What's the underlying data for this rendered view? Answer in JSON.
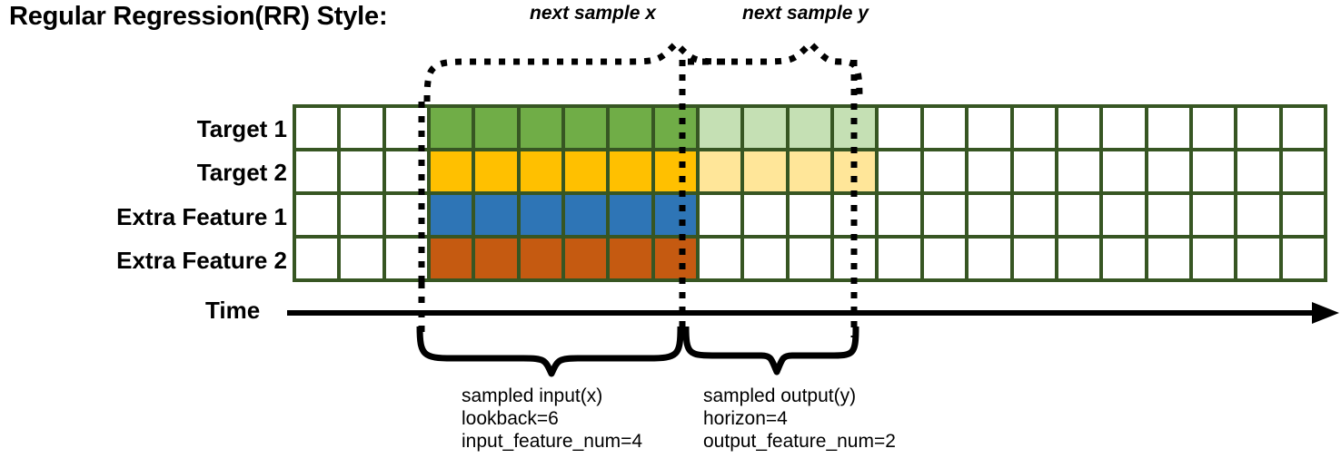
{
  "title": "Regular Regression(RR) Style:",
  "top_captions": {
    "x": "next sample x",
    "y": "next sample y"
  },
  "rows": [
    {
      "label": "Target 1",
      "key": "target-1"
    },
    {
      "label": "Target 2",
      "key": "target-2"
    },
    {
      "label": "Extra Feature 1",
      "key": "extra-feature-1"
    },
    {
      "label": "Extra Feature 2",
      "key": "extra-feature-2"
    }
  ],
  "time_axis": {
    "label": "Time"
  },
  "grid": {
    "columns": 23,
    "row_count": 4,
    "border_color": "#375623",
    "segments": {
      "pre_blank": 3,
      "input_lookback": 6,
      "output_horizon": 4,
      "post_blank": 10
    },
    "cell_colors": {
      "target_1": "#70ad47",
      "target_2": "#ffc000",
      "extra_feature_1": "#2e75b6",
      "extra_feature_2": "#c55a11",
      "target_1_future": "#c5e0b4",
      "target_2_future": "#ffe699",
      "empty": "#ffffff"
    },
    "cells": [
      [
        "c-white",
        "c-white",
        "c-white",
        "c-green",
        "c-green",
        "c-green",
        "c-green",
        "c-green",
        "c-green",
        "c-lgreen",
        "c-lgreen",
        "c-lgreen",
        "c-lgreen",
        "c-white",
        "c-white",
        "c-white",
        "c-white",
        "c-white",
        "c-white",
        "c-white",
        "c-white",
        "c-white",
        "c-white"
      ],
      [
        "c-white",
        "c-white",
        "c-white",
        "c-yellow",
        "c-yellow",
        "c-yellow",
        "c-yellow",
        "c-yellow",
        "c-yellow",
        "c-lyellow",
        "c-lyellow",
        "c-lyellow",
        "c-lyellow",
        "c-white",
        "c-white",
        "c-white",
        "c-white",
        "c-white",
        "c-white",
        "c-white",
        "c-white",
        "c-white",
        "c-white"
      ],
      [
        "c-white",
        "c-white",
        "c-white",
        "c-blue",
        "c-blue",
        "c-blue",
        "c-blue",
        "c-blue",
        "c-blue",
        "c-white",
        "c-white",
        "c-white",
        "c-white",
        "c-white",
        "c-white",
        "c-white",
        "c-white",
        "c-white",
        "c-white",
        "c-white",
        "c-white",
        "c-white",
        "c-white"
      ],
      [
        "c-white",
        "c-white",
        "c-white",
        "c-orange",
        "c-orange",
        "c-orange",
        "c-orange",
        "c-orange",
        "c-orange",
        "c-white",
        "c-white",
        "c-white",
        "c-white",
        "c-white",
        "c-white",
        "c-white",
        "c-white",
        "c-white",
        "c-white",
        "c-white",
        "c-white",
        "c-white",
        "c-white"
      ]
    ]
  },
  "annotations": {
    "input": {
      "line1": "sampled input(x)",
      "line2": "lookback=6",
      "line3": "input_feature_num=4"
    },
    "output": {
      "line1": "sampled output(y)",
      "line2": "horizon=4",
      "line3": "output_feature_num=2"
    }
  }
}
